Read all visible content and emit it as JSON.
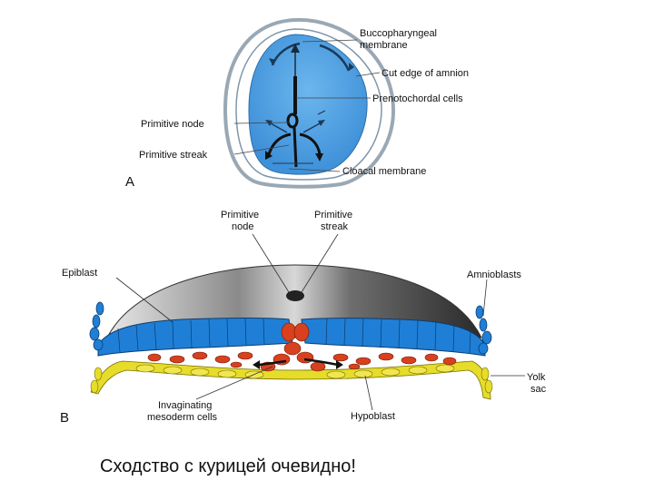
{
  "panel_a": {
    "letter": "A",
    "labels": {
      "buccopharyngeal_1": "Buccopharyngeal",
      "buccopharyngeal_2": "membrane",
      "cut_edge": "Cut edge of amnion",
      "prenotochordal": "Prenotochordal cells",
      "primitive_node": "Primitive node",
      "primitive_streak": "Primitive streak",
      "cloacal": "Cloacal membrane"
    }
  },
  "panel_b": {
    "letter": "B",
    "labels": {
      "primitive_node_1": "Primitive",
      "primitive_node_2": "node",
      "primitive_streak_1": "Primitive",
      "primitive_streak_2": "streak",
      "epiblast": "Epiblast",
      "amnioblasts": "Amnioblasts",
      "yolk_1": "Yolk",
      "yolk_2": "sac",
      "invaginating_1": "Invaginating",
      "invaginating_2": "mesoderm cells",
      "hypoblast": "Hypoblast"
    }
  },
  "caption": "Сходство с курицей очевидно!",
  "colors": {
    "embryo_blue": "#5aa8e6",
    "epiblast_blue": "#1f7fd6",
    "mesoderm_red": "#d8401e",
    "hypoblast_yellow": "#e6dc2a"
  }
}
